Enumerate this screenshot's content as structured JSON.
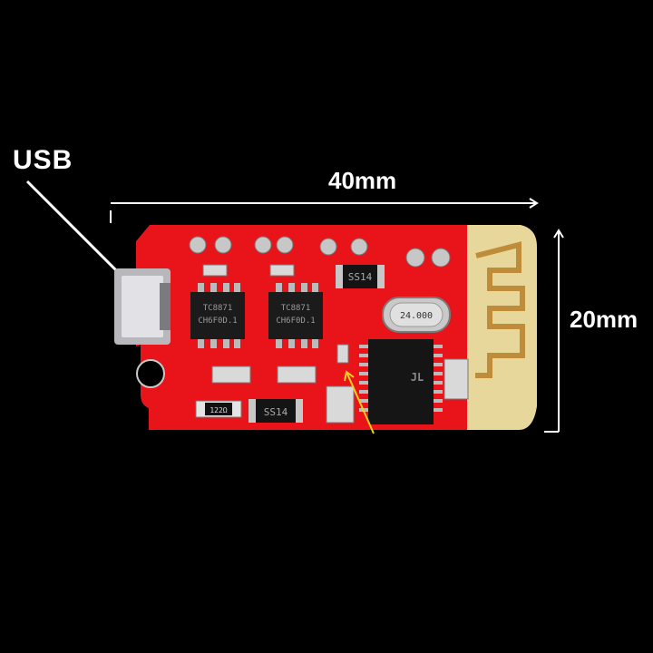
{
  "labels": {
    "usb": "USB",
    "width": "40mm",
    "height": "20mm"
  },
  "components": {
    "amp_chip_marking_1": "TC8871",
    "amp_chip_marking_2": "CH6F0D.1",
    "diode_marking": "SS14",
    "crystal_marking": "24.000",
    "resistor_marking": "122Ω",
    "bt_chip_marking": "JL"
  },
  "colors": {
    "board": "#e8141a",
    "antenna": "#e7d79a",
    "background": "#000000"
  }
}
